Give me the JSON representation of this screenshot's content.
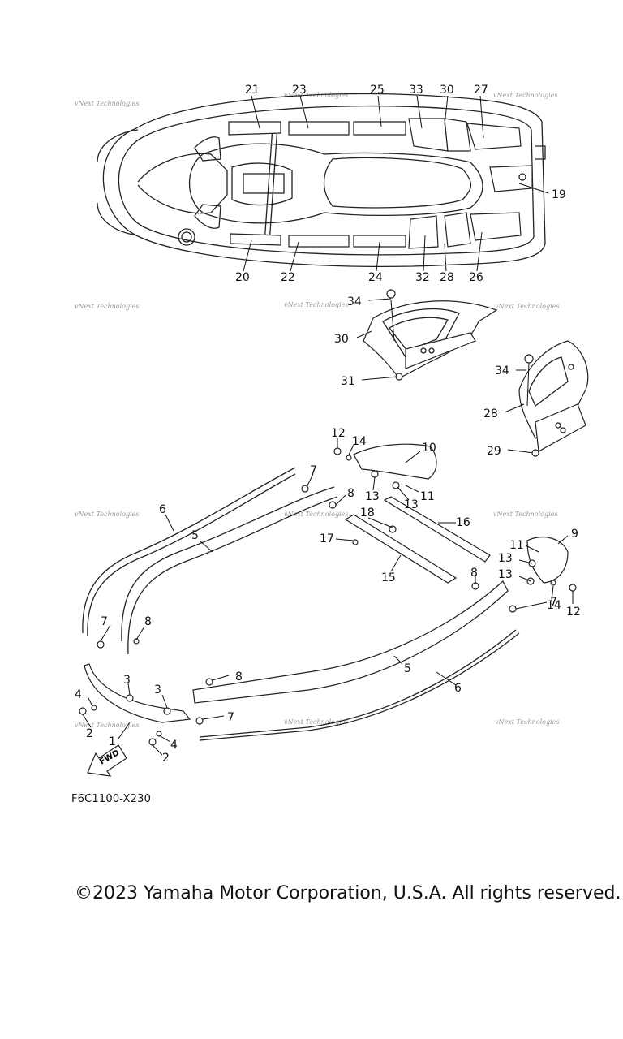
{
  "diagram_code": "F6C1100-X230",
  "copyright": "©2023 Yamaha Motor Corporation, U.S.A. All rights reserved.",
  "watermark": "vNext Technologies",
  "fwd_label": "FWD",
  "callouts": {
    "c21": "21",
    "c23": "23",
    "c25": "25",
    "c33": "33",
    "c30a": "30",
    "c27": "27",
    "c19": "19",
    "c20": "20",
    "c22": "22",
    "c24": "24",
    "c32": "32",
    "c28a": "28",
    "c26": "26",
    "c34a": "34",
    "c30b": "30",
    "c31": "31",
    "c34b": "34",
    "c28b": "28",
    "c29": "29",
    "c12a": "12",
    "c14a": "14",
    "c10": "10",
    "c13a": "13",
    "c11a": "11",
    "c13b": "13",
    "c7a": "7",
    "c8a": "8",
    "c6a": "6",
    "c5a": "5",
    "c18": "18",
    "c16": "16",
    "c17": "17",
    "c15": "15",
    "c9": "9",
    "c11b": "11",
    "c13c": "13",
    "c13d": "13",
    "c14b": "14",
    "c12b": "12",
    "c8b": "8",
    "c7b": "7",
    "c7c": "7",
    "c8c": "8",
    "c5b": "5",
    "c6b": "6",
    "c3a": "3",
    "c3b": "3",
    "c4a": "4",
    "c2a": "2",
    "c1": "1",
    "c4b": "4",
    "c2b": "2",
    "c8d": "8",
    "c7d": "7"
  }
}
